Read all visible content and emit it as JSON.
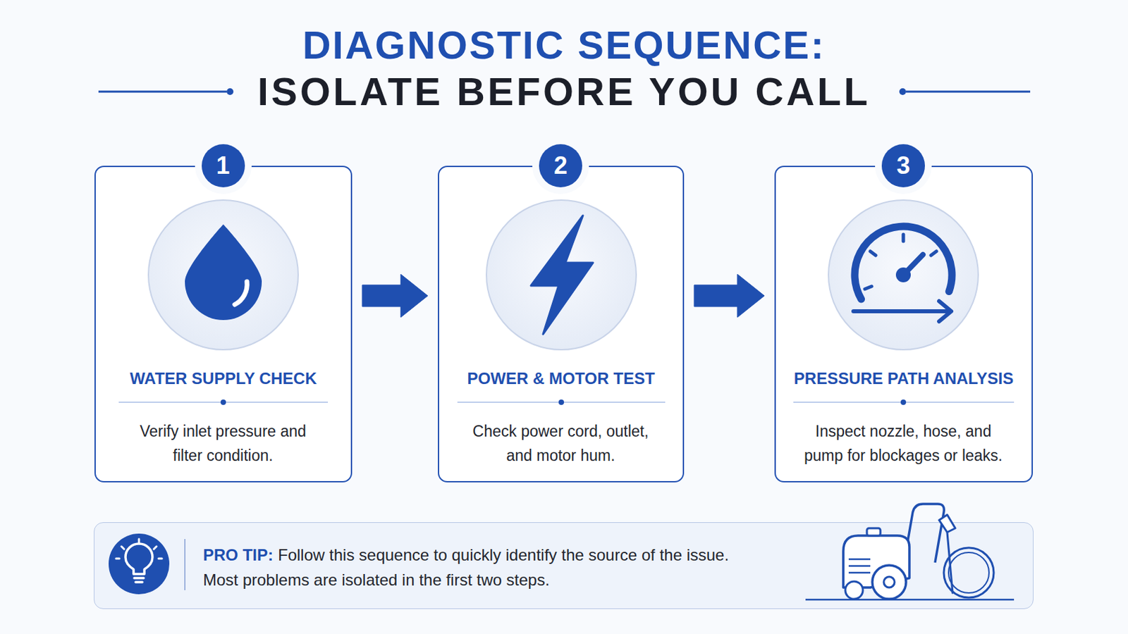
{
  "diagram": {
    "title": "DIAGNOSTIC SEQUENCE:",
    "nodes": [
      {
        "text": [
          "WATER SUPPLY CHECK",
          "Verify inlet pressure and filter condition."
        ]
      },
      {
        "text": [
          "1"
        ],
        "in": 0
      },
      {
        "text": [
          "POWER & MOTOR TEST",
          "Check power cord, outlet, and motor hum."
        ]
      },
      {
        "text": [
          "2"
        ],
        "in": 2
      },
      {
        "text": [
          "PRESSURE PATH ANALYSIS",
          "Inspect nozzle, hose, and pump for blockages or leaks."
        ]
      },
      {
        "text": [
          "3"
        ],
        "in": 4
      },
      {
        "text": [
          "PRO TIP:",
          "Follow this sequence to quickly identify the source of the issue. Most problems are isolated in the first two steps."
        ]
      }
    ],
    "edges": [
      {
        "from": 0,
        "to": 2,
        "arrow": "to"
      },
      {
        "from": 2,
        "to": 4,
        "arrow": "to"
      }
    ],
    "labels": [
      "ISOLATE BEFORE YOU CALL"
    ]
  }
}
